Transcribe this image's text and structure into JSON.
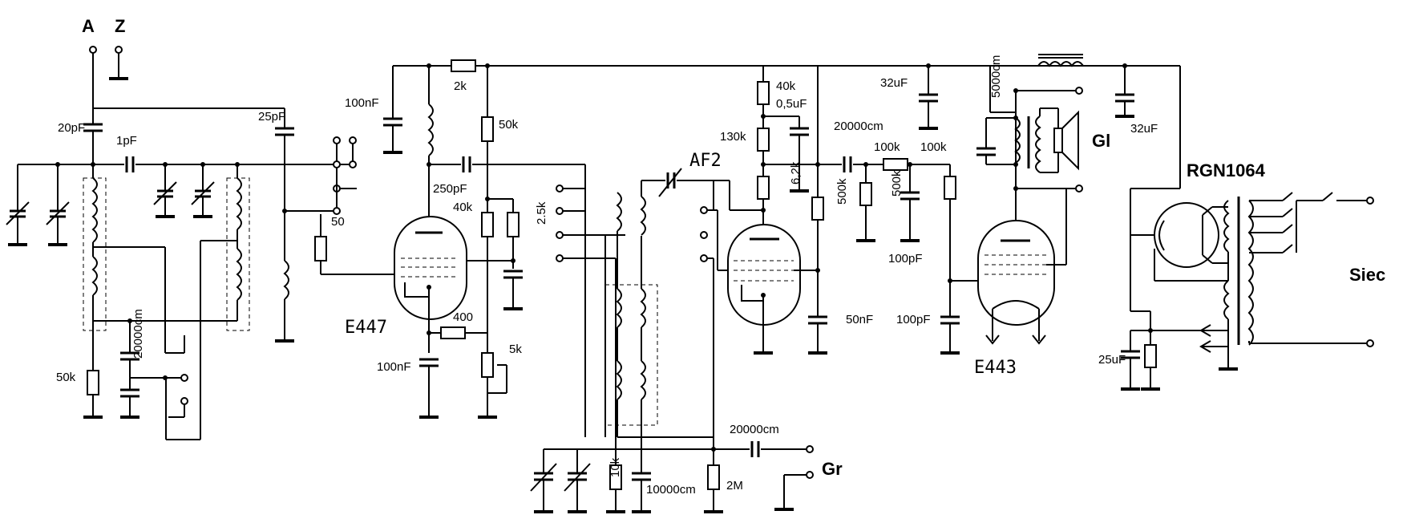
{
  "terminals": {
    "antenna": "A",
    "ground": "Z",
    "pickup": "Gr",
    "mains": "Siec",
    "speaker": "Gl"
  },
  "tubes": {
    "rf": "E447",
    "detector": "AF2",
    "output": "E443",
    "rectifier": "RGN1064"
  },
  "components": {
    "c_ant": "20pF",
    "c_couple": "1pF",
    "c_25": "25pF",
    "r_grid": "50",
    "r_50k_left": "50k",
    "c_20000_left": "20000cm",
    "c_100nf_top": "100nF",
    "r_2k": "2k",
    "c_250": "250pF",
    "r_50k_mid": "50k",
    "r_40k_mid": "40k",
    "r_2_5k": "2.5k",
    "r_400": "400",
    "c_100nf_bot": "100nF",
    "pot_5k": "5k",
    "r_40k_top": "40k",
    "c_0_5": "0,5uF",
    "r_130k": "130k",
    "r_6_2k": "6,2k",
    "c_20000_coup": "20000cm",
    "r_100k_a": "100k",
    "r_100k_b": "100k",
    "r_500k_a": "500k",
    "r_500k_b": "500k",
    "c_100pf_a": "100pF",
    "c_100pf_b": "100pF",
    "c_50nf": "50nF",
    "c_32_a": "32uF",
    "c_32_b": "32uF",
    "c_5000": "5000cm",
    "c_25uf": "25uF",
    "c_20000_gr": "20000cm",
    "c_10000": "10000cm",
    "r_10k": "10k",
    "r_2m": "2M"
  }
}
